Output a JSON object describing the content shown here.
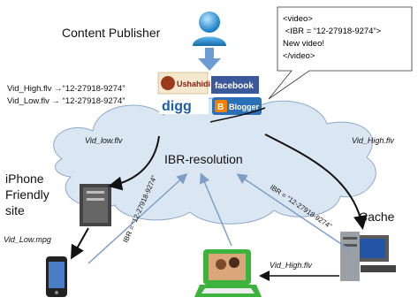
{
  "publisher": {
    "label": "Content Publisher"
  },
  "mappings": [
    {
      "text": "Vid_High.flv →“12-27918-9274”"
    },
    {
      "text": "Vid_Low.flv  → “12-27918-9274”"
    }
  ],
  "callout": {
    "lines": [
      "<video>",
      " <IBR = “12-27918-9274”>",
      "New video!",
      "</video>"
    ]
  },
  "services": [
    {
      "name": "Ushahidi"
    },
    {
      "name": "facebook"
    },
    {
      "name": "digg"
    },
    {
      "name": "Blogger"
    }
  ],
  "cloud": {
    "label": "IBR-resolution"
  },
  "edge_labels": {
    "vid_low_flv": "Vid_low.flv",
    "vid_high_flv_right": "Vid_High.flv",
    "vid_low_mpg": "Vid_Low.mpg",
    "vid_high_flv_bottom": "Vid_High.flv",
    "ibr_left": "IBR = “12-27918-9274”",
    "ibr_right": "IBR = “12-27918-9274”"
  },
  "nodes": {
    "iphone_site": "iPhone\nFriendly\nsite",
    "cache": "Cache"
  },
  "colors": {
    "cloud_fill": "#dbe6f3",
    "cloud_stroke": "#8fa9c8",
    "blue_arrow": "#7f9ec7",
    "black_arrow": "#111111",
    "person": "#3a9ad9"
  }
}
